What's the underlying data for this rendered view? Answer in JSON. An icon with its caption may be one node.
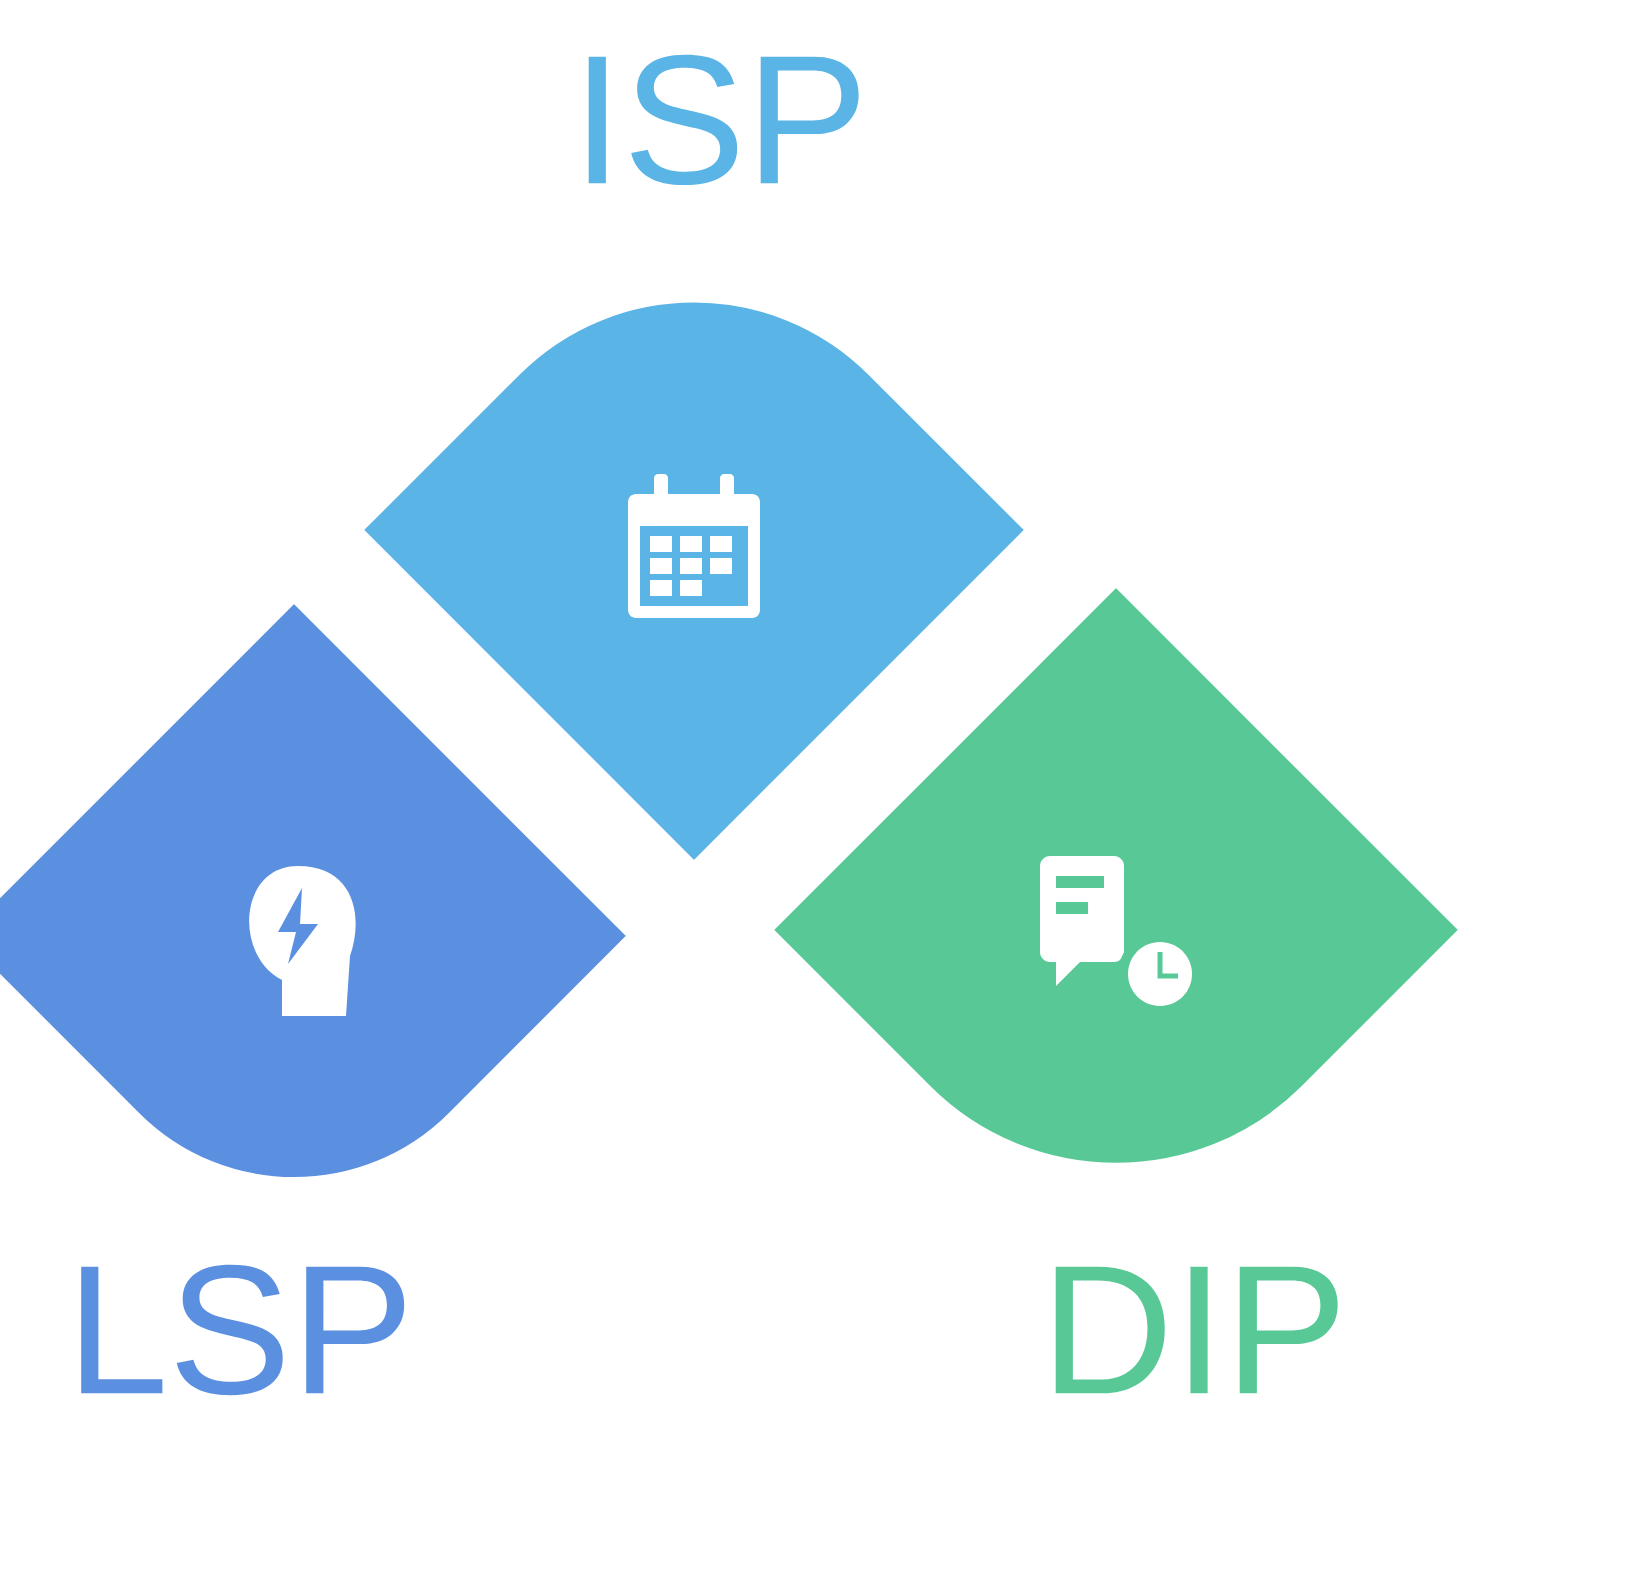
{
  "diagram": {
    "nodes": [
      {
        "text": [
          "ISP"
        ]
      },
      {
        "text": [
          "LSP"
        ]
      },
      {
        "text": [
          "DIP"
        ]
      }
    ]
  }
}
